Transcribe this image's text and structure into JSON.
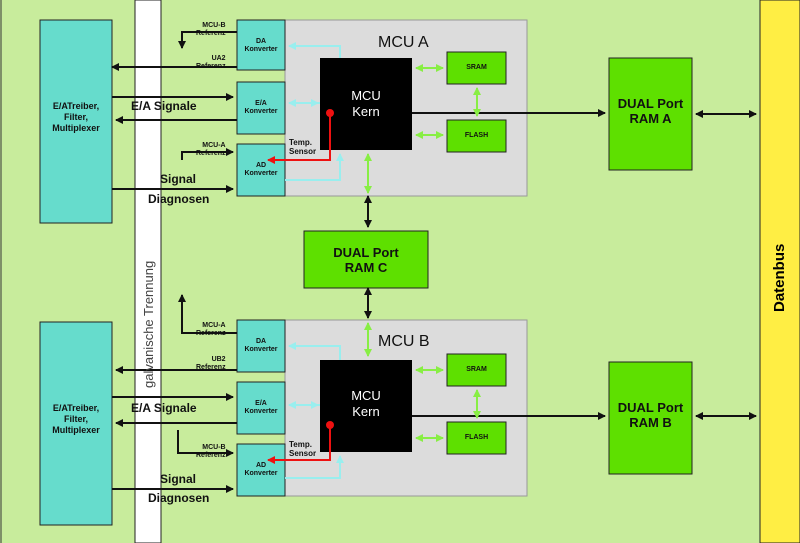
{
  "labels": {
    "mcu_a_title": "MCU A",
    "mcu_b_title": "MCU B",
    "mcu_kern": "MCU\nKern",
    "ram_a": "DUAL Port\nRAM A",
    "ram_b": "DUAL Port\nRAM B",
    "ram_c": "DUAL Port\nRAM C",
    "datenbus": "Datenbus",
    "galvanic": "galvanische Trennung",
    "ea_driver": "E/ATreiber,\nFilter,\nMultiplexer",
    "ea_signale": "E/A Signale",
    "signal": "Signal",
    "diagnosen": "Diagnosen",
    "da_conv": "DA\nKonverter",
    "ea_conv": "E/A\nKonverter",
    "ad_conv": "AD\nKonverter",
    "spam": "SRAM",
    "flash": "FLASH",
    "temp_sensor": "Temp.\nSensor",
    "mcu_b_ref": "MCU-B\nReferenz",
    "mcu_a_ref": "MCU-A\nReferenz",
    "ua2_ref": "UA2\nReferenz",
    "ub2_ref": "UB2\nReferenz"
  },
  "colors": {
    "background": "#c8ec9c",
    "mcu_panel": "#dcdcdc",
    "green_block": "#5ee000",
    "cyan_block": "#66dccc",
    "kern": "#000000",
    "datenbus": "#ffee44",
    "arrow_green": "#88ee44",
    "arrow_cyan": "#99eeee",
    "arrow_red": "#ee1111"
  }
}
